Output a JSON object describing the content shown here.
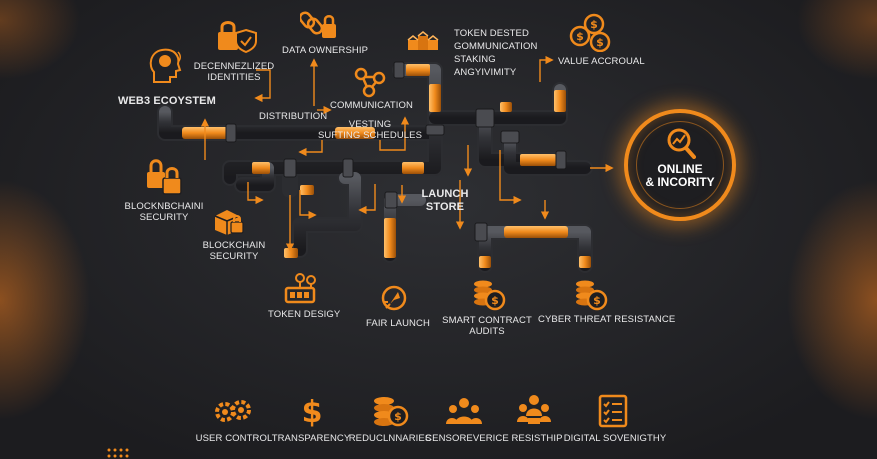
{
  "labels": {
    "web3_ecosystem": "WEB3 ECOYSTEM",
    "decentralized_identities": "DECENNEZLIZED\nIDENTITIES",
    "data_ownership": "DATA OWNERSHIP",
    "token_vested": "TOKEN DESTED\nGOMMUNICATION\nSTAKING\nANGYIVIMITY",
    "value_accrual": "VALUE ACCROUAL",
    "communication": "COMMUNICATION",
    "distribution": "DISTRIBUTION",
    "vesting": "VESTING\nSUFTING SCHEDULES",
    "blockchain_security_1": "BLOCKNBCHAINI\nSECURITY",
    "blockchain_security_2": "BLOCKCHAIN\nSECURITY",
    "launch_store": "LAUNCH\nSTORE",
    "token_design": "TOKEN DESIGY",
    "fair_launch": "FAIR LAUNCH",
    "smart_contract": "SMART CONTRACT\nAUDITS",
    "cyber_threat": "CYBER THREAT RESISTANCE",
    "hub": "ONLINE\n& INCORITY"
  },
  "bottom_items": [
    {
      "label": "USER CONTROL",
      "icon": "gears-icon"
    },
    {
      "label": "TRANSPARENCY",
      "icon": "dollar-icon"
    },
    {
      "label": "REDUCLNNARIES",
      "icon": "coins-icon"
    },
    {
      "label": "CENSOREVERICE",
      "icon": "people-icon"
    },
    {
      "label": "RESISTHIP",
      "icon": "team-icon"
    },
    {
      "label": "DIGITAL SOVENIGTHY",
      "icon": "checklist-icon"
    }
  ],
  "colors": {
    "accent": "#f08a1c",
    "pipe": "#3a3b3f",
    "text": "#e9e9ea",
    "background": "#1b1b1d"
  }
}
